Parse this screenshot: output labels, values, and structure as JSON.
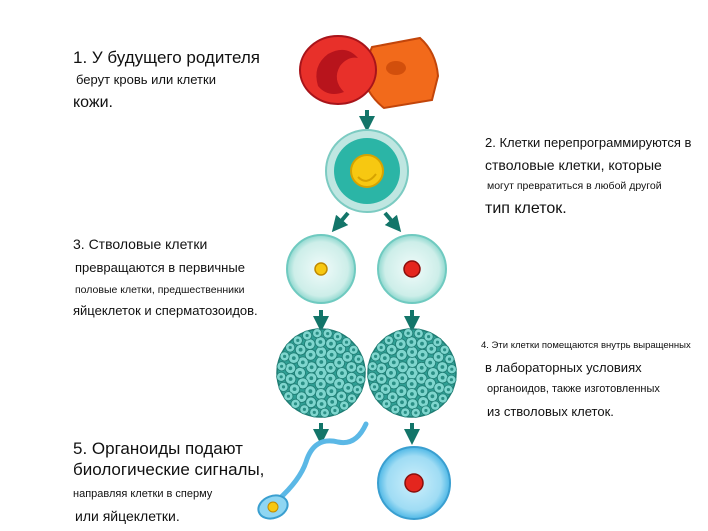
{
  "step1": {
    "line1": "1. У будущего родителя",
    "line2": "берут кровь или клетки",
    "line3": "кожи."
  },
  "step2": {
    "line1": "2. Клетки перепрограммируются в",
    "line2": "стволовые клетки, которые",
    "line3": "могут превратиться в любой другой",
    "line4": "тип клеток."
  },
  "step3": {
    "line1": "3. Стволовые клетки",
    "line2": "превращаются в первичные",
    "line3": "половые клетки, предшественники",
    "line4": "яйцеклеток и сперматозоидов."
  },
  "step4": {
    "line1": "4. Эти клетки помещаются внутрь выращенных",
    "line2": "в лабораторных условиях",
    "line3": "органоидов, также изготовленных",
    "line4": "из стволовых клеток."
  },
  "step5": {
    "line1": "5. Органоиды подают",
    "line2": "биологические сигналы,",
    "line3": "направляя клетки в сперму",
    "line4": "или яйцеклетки."
  },
  "colors": {
    "red_blood_cell": "#e8302a",
    "skin_cell": "#f26a1b",
    "stem_cell": "#2bb5a6",
    "nucleus_yellow": "#f7c811",
    "arrow": "#137569",
    "germ_cell": "#d4f1ee",
    "nucleus_red": "#e4261e",
    "organoid": "#5cc8bf",
    "egg": "#8fd6f2",
    "sperm": "#5bb8e6"
  },
  "icons": [
    "red-blood-cell-icon",
    "skin-cell-icon",
    "stem-cell-icon",
    "germ-cell-icon",
    "organoid-icon",
    "sperm-icon",
    "egg-icon",
    "arrow-down-icon"
  ]
}
